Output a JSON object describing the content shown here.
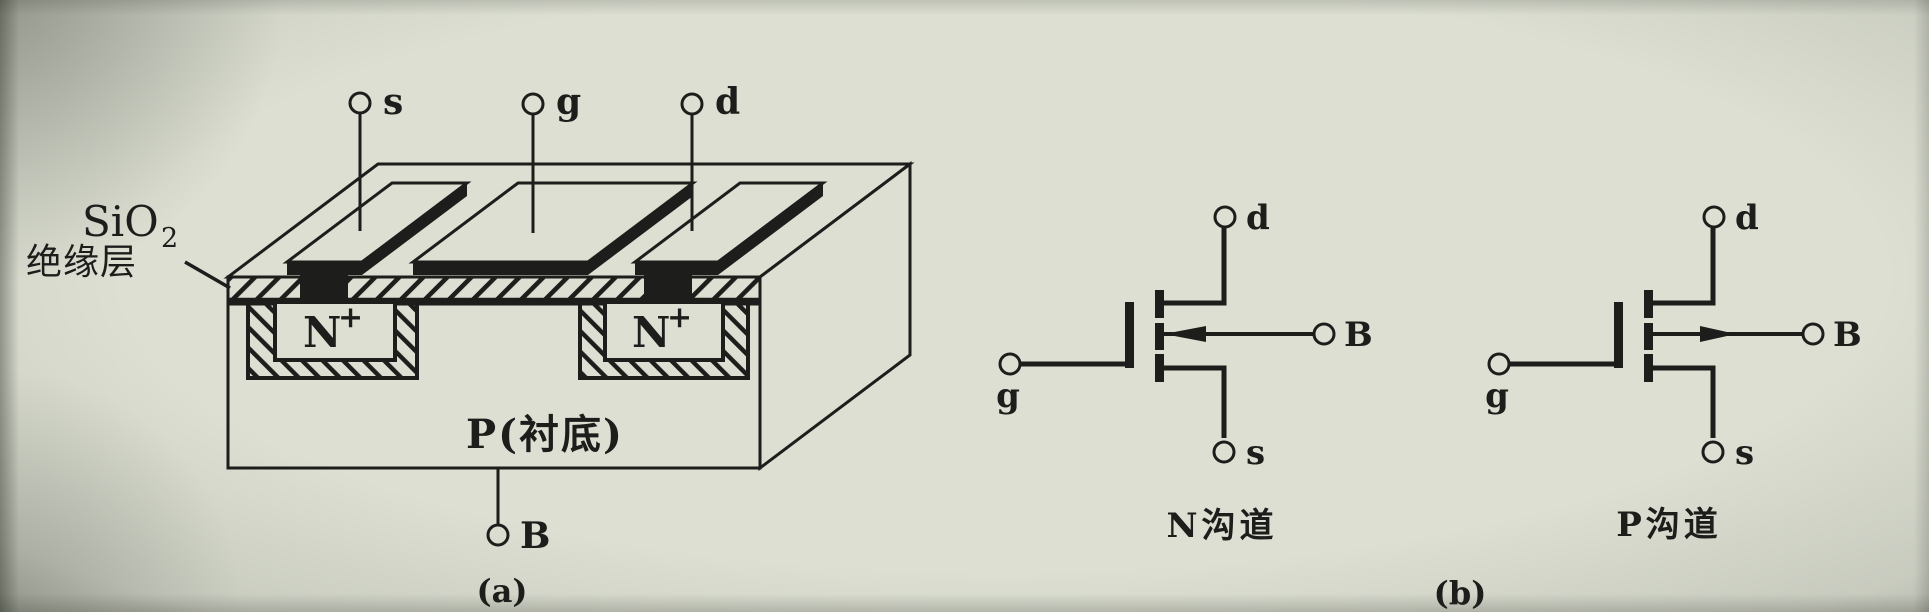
{
  "colors": {
    "background": "#dcdfd2",
    "ink": "#1d1d1b"
  },
  "panel_a": {
    "caption": "(a)",
    "terminal_s": "s",
    "terminal_g": "g",
    "terminal_d": "d",
    "terminal_b": "B",
    "sio2_formula": "SiO",
    "sio2_subscript": "2",
    "insulator_name": "绝缘层",
    "n_plus_base": "N",
    "n_plus_sup": "+",
    "substrate": "P(衬底)"
  },
  "panel_b": {
    "caption": "(b)",
    "n_channel": {
      "label": "N沟道",
      "terminal_d": "d",
      "terminal_g": "g",
      "terminal_s": "s",
      "terminal_b": "B"
    },
    "p_channel": {
      "label": "P沟道",
      "terminal_d": "d",
      "terminal_g": "g",
      "terminal_s": "s",
      "terminal_b": "B"
    }
  }
}
